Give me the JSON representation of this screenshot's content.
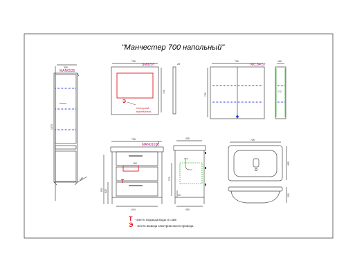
{
  "title": "\"Манчестер 700 напольный\"",
  "colors": {
    "accent_red": "#e4171c",
    "blue_dots": "#1c2fd8",
    "magenta_code": "#c2128a",
    "line": "#333333"
  },
  "views": {
    "tall_cabinet": {
      "code": "MAN0535",
      "width": "350",
      "height": "1678",
      "dim_side": "340"
    },
    "mirror": {
      "code": "SM0207",
      "width": "706",
      "height": "700",
      "depth": "28",
      "note_line1": "Сенсорный",
      "note_line2": "выключатель"
    },
    "mirror_cabinet": {
      "code": "MC.04.07",
      "width": "700",
      "height": "700",
      "side_width": "150",
      "shelf_dim": "172"
    },
    "vanity": {
      "code": "MAN01073",
      "width": "705",
      "bottom_width": "604",
      "drawer_dim": "160",
      "h1": "832",
      "h2": "820"
    },
    "vanity_side": {
      "depth": "450",
      "top_depth": "405",
      "h1": "270",
      "h2": "90"
    },
    "sink": {
      "width": "705",
      "depth": "455",
      "height": "202"
    }
  },
  "legend": {
    "water_symbol": "Т",
    "water_text": "- место подвода воды и слив",
    "power_symbol": "Э",
    "power_text": "- место вывода электрического провода"
  }
}
